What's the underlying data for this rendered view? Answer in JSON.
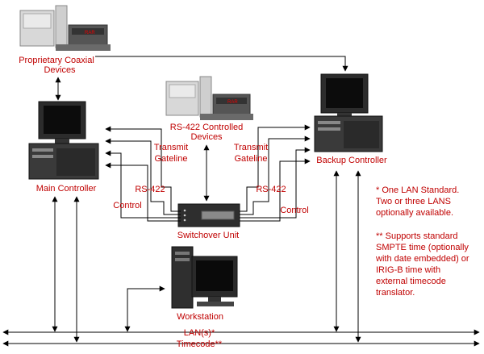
{
  "labels": {
    "prop_line1": "Proprietary Coaxial",
    "prop_line2": "Devices",
    "rs422_dev_line1": "RS-422 Controlled",
    "rs422_dev_line2": "Devices",
    "main_controller": "Main Controller",
    "backup_controller": "Backup Controller",
    "switchover_unit": "Switchover Unit",
    "workstation": "Workstation",
    "transmit_left": "Transmit",
    "gateline_left": "Gateline",
    "transmit_right": "Transmit",
    "gateline_right": "Gateline",
    "rs422_left": "RS-422",
    "rs422_right": "RS-422",
    "control_left": "Control",
    "control_right": "Control",
    "lan": "LAN(s)*",
    "timecode": "Timecode**"
  },
  "notes": {
    "lan_note": [
      "* One LAN Standard.",
      "Two or three LANS",
      "optionally available."
    ],
    "time_note": [
      "** Supports standard",
      "SMPTE time (optionally",
      "with date embedded) or",
      "IRIG-B time with",
      "external timecode",
      "translator."
    ]
  },
  "colors": {
    "label_red": "#c00000",
    "line": "#000000"
  },
  "icons": [
    "equipment-rack-icon",
    "tower-computer-icon",
    "switchover-unit-icon",
    "workstation-icon"
  ]
}
